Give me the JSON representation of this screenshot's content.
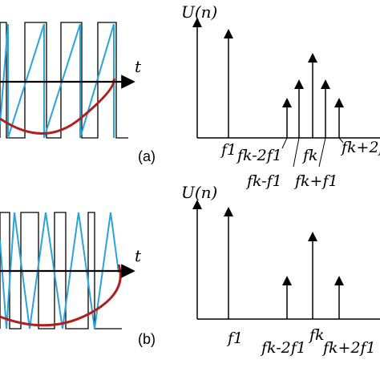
{
  "panel_a": {
    "label": "(a)",
    "time_axis_label": "t",
    "spectrum_axis_label": "U(n)",
    "spectrum_labels": {
      "f1": "f1",
      "fk_minus_2f1": "fk-2f1",
      "fk_minus_f1": "fk-f1",
      "fk": "fk",
      "fk_plus_f1": "fk+f1",
      "fk_plus_2f1": "fk+2f"
    }
  },
  "panel_b": {
    "label": "(b)",
    "time_axis_label": "t",
    "spectrum_axis_label": "U(n)",
    "spectrum_labels": {
      "f1": "f1",
      "fk_minus_2f1": "fk-2f1",
      "fk": "fk",
      "fk_plus_2f1": "fk+2f1"
    }
  },
  "colors": {
    "carrier": "#29a3d9",
    "modulating": "#b11e1e",
    "pulse": "#000000",
    "axis": "#000000"
  }
}
